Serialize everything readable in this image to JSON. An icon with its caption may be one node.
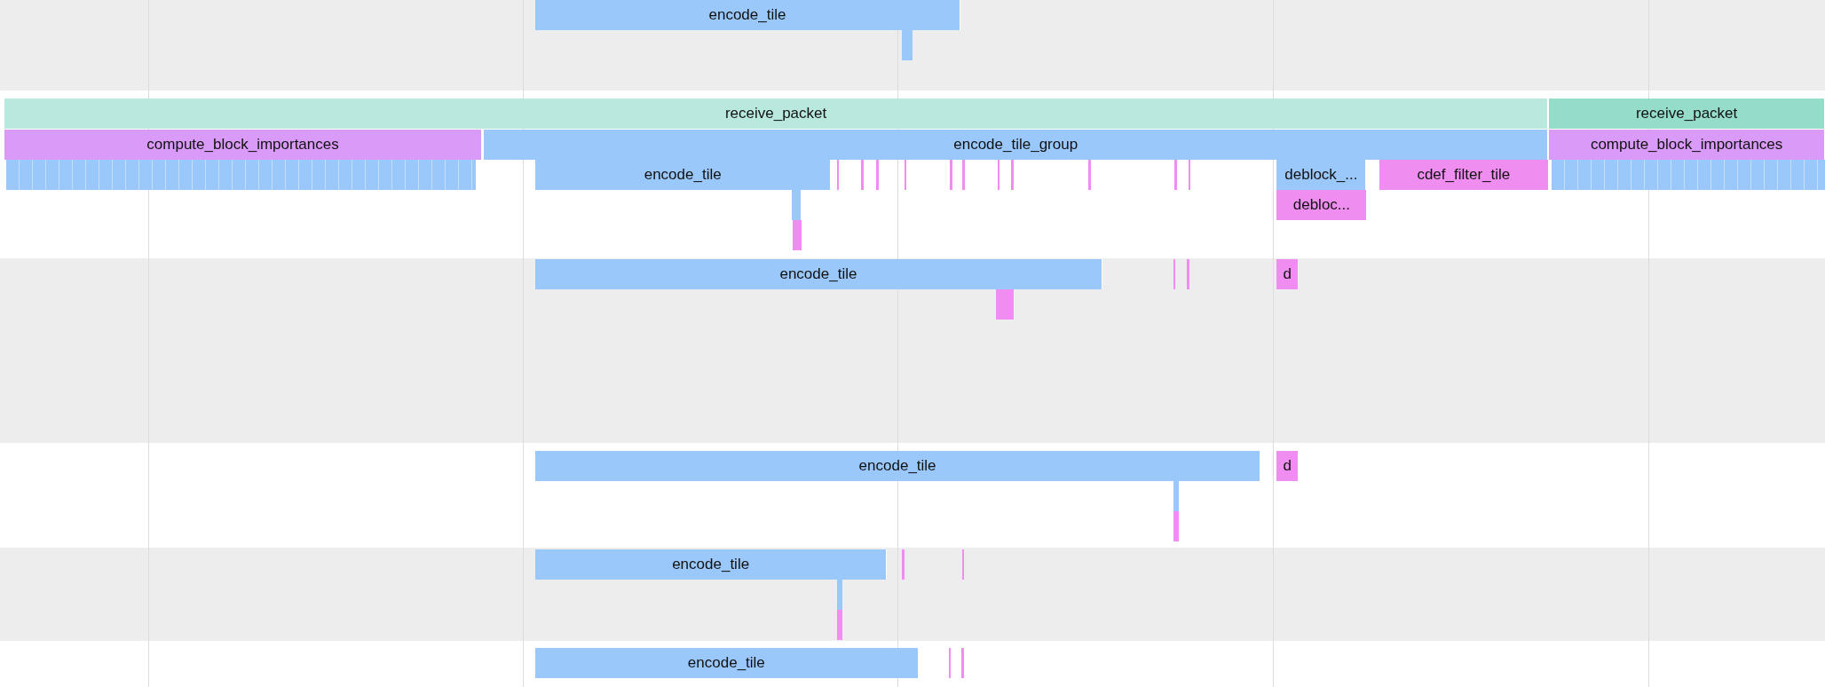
{
  "diagram": {
    "nodes": [
      {
        "text": [
          "encode_tile"
        ]
      },
      {
        "text": [],
        "shape": "bar"
      },
      {
        "text": [
          "receive_packet"
        ]
      },
      {
        "text": [
          "receive_packet"
        ]
      },
      {
        "text": [
          "compute_block_importances"
        ]
      },
      {
        "text": [
          "encode_tile_group"
        ]
      },
      {
        "text": [
          "compute_block_importances"
        ]
      },
      {
        "text": [],
        "shape": "bar"
      },
      {
        "text": [
          "encode_tile"
        ]
      },
      {
        "text": [],
        "shape": "bar"
      },
      {
        "text": [],
        "shape": "bar"
      },
      {
        "text": [],
        "shape": "bar"
      },
      {
        "text": [],
        "shape": "bar"
      },
      {
        "text": [],
        "shape": "bar"
      },
      {
        "text": [],
        "shape": "bar"
      },
      {
        "text": [],
        "shape": "bar"
      },
      {
        "text": [],
        "shape": "bar"
      },
      {
        "text": [],
        "shape": "bar"
      },
      {
        "text": [],
        "shape": "bar"
      },
      {
        "text": [],
        "shape": "bar"
      },
      {
        "text": [
          "deblock_..."
        ]
      },
      {
        "text": [
          "cdef_filter_tile"
        ]
      },
      {
        "text": [],
        "shape": "bar"
      },
      {
        "text": [],
        "shape": "bar"
      },
      {
        "text": [
          "debloc..."
        ]
      },
      {
        "text": [],
        "shape": "bar"
      },
      {
        "text": [
          "encode_tile"
        ]
      },
      {
        "text": [],
        "shape": "bar"
      },
      {
        "text": [],
        "shape": "bar"
      },
      {
        "text": [
          "d"
        ]
      },
      {
        "text": [],
        "shape": "bar"
      },
      {
        "text": [
          "encode_tile"
        ]
      },
      {
        "text": [
          "d"
        ]
      },
      {
        "text": [],
        "shape": "bar"
      },
      {
        "text": [],
        "shape": "bar"
      },
      {
        "text": [
          "encode_tile"
        ]
      },
      {
        "text": [],
        "shape": "bar"
      },
      {
        "text": [],
        "shape": "bar"
      },
      {
        "text": [],
        "shape": "bar"
      },
      {
        "text": [],
        "shape": "bar"
      },
      {
        "text": [
          "encode_tile"
        ]
      },
      {
        "text": [],
        "shape": "bar"
      },
      {
        "text": [],
        "shape": "bar"
      }
    ]
  }
}
